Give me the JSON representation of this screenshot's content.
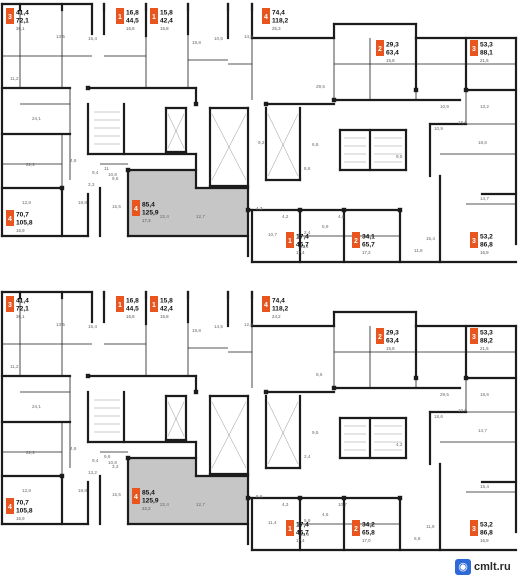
{
  "colors": {
    "badge": "#e8551e",
    "wall": "#1c1c1c",
    "shade": "#c6c6c6"
  },
  "watermark": {
    "icon": "camera-icon",
    "text": "cmlt.ru"
  },
  "floors": [
    {
      "name": "upper",
      "apartments": [
        {
          "rooms": "3",
          "total": "41,4",
          "area2": "72,1",
          "living": "36,1"
        },
        {
          "rooms": "1",
          "total": "16,8",
          "area2": "44,5",
          "living": "16,8"
        },
        {
          "rooms": "1",
          "total": "15,8",
          "area2": "42,4",
          "living": "15,8"
        },
        {
          "rooms": "4",
          "total": "74,4",
          "area2": "118,2",
          "living": "25,3"
        },
        {
          "rooms": "2",
          "total": "29,3",
          "area2": "63,4",
          "living": "15,8"
        },
        {
          "rooms": "3",
          "total": "53,3",
          "area2": "88,1",
          "living": "21,5"
        },
        {
          "rooms": "4",
          "total": "70,7",
          "area2": "105,8",
          "living": "16,9"
        },
        {
          "rooms": "4",
          "total": "85,4",
          "area2": "125,9",
          "living": "17,3"
        },
        {
          "rooms": "1",
          "total": "17,4",
          "area2": "46,7",
          "living": "17,4"
        },
        {
          "rooms": "2",
          "total": "34,1",
          "area2": "65,7",
          "living": "17,2"
        },
        {
          "rooms": "3",
          "total": "53,2",
          "area2": "86,8",
          "living": "16,9"
        }
      ],
      "room_labels": [
        "13,5",
        "15,4",
        "19,8",
        "10,5",
        "14,5",
        "11,2",
        "24,1",
        "22,2",
        "12,8",
        "18,8",
        "15,5",
        "22,4",
        "12,7",
        "10,8",
        "4,8",
        "9,4",
        "11",
        "9,6",
        "3,3",
        "13,2",
        "18,6",
        "10,9",
        "18,6",
        "14,7",
        "15,4",
        "11,8",
        "6,8",
        "9,5",
        "4,2",
        "4,3",
        "8,6",
        "2,4",
        "5,9",
        "4,6",
        "10,7",
        "11,4",
        "10,9",
        "29,5",
        "9,2"
      ]
    },
    {
      "name": "lower",
      "apartments": [
        {
          "rooms": "3",
          "total": "41,4",
          "area2": "72,1",
          "living": "36,1"
        },
        {
          "rooms": "1",
          "total": "16,8",
          "area2": "44,5",
          "living": "16,8"
        },
        {
          "rooms": "1",
          "total": "15,8",
          "area2": "42,4",
          "living": "15,8"
        },
        {
          "rooms": "4",
          "total": "74,4",
          "area2": "118,2",
          "living": "24,2"
        },
        {
          "rooms": "2",
          "total": "29,3",
          "area2": "63,4",
          "living": "15,8"
        },
        {
          "rooms": "3",
          "total": "53,3",
          "area2": "88,2",
          "living": "21,5"
        },
        {
          "rooms": "4",
          "total": "70,7",
          "area2": "105,8",
          "living": "16,9"
        },
        {
          "rooms": "4",
          "total": "85,4",
          "area2": "125,9",
          "living": "22,2"
        },
        {
          "rooms": "1",
          "total": "17,4",
          "area2": "46,7",
          "living": "17,4"
        },
        {
          "rooms": "2",
          "total": "34,2",
          "area2": "65,8",
          "living": "17,0"
        },
        {
          "rooms": "3",
          "total": "53,2",
          "area2": "86,8",
          "living": "16,9"
        }
      ],
      "room_labels": [
        "13,5",
        "15,4",
        "19,8",
        "14,5",
        "12,6",
        "11,2",
        "24,1",
        "22,2",
        "12,8",
        "18,8",
        "15,5",
        "22,4",
        "12,7",
        "10,8",
        "4,8",
        "9,4",
        "9,6",
        "3,3",
        "13,2",
        "18,6",
        "10,9",
        "18,6",
        "14,7",
        "15,4",
        "11,8",
        "6,8",
        "9,5",
        "4,2",
        "4,3",
        "8,6",
        "2,4",
        "5,9",
        "4,6",
        "10,7",
        "11,4",
        "10,9",
        "29,5",
        "8,6"
      ]
    }
  ]
}
